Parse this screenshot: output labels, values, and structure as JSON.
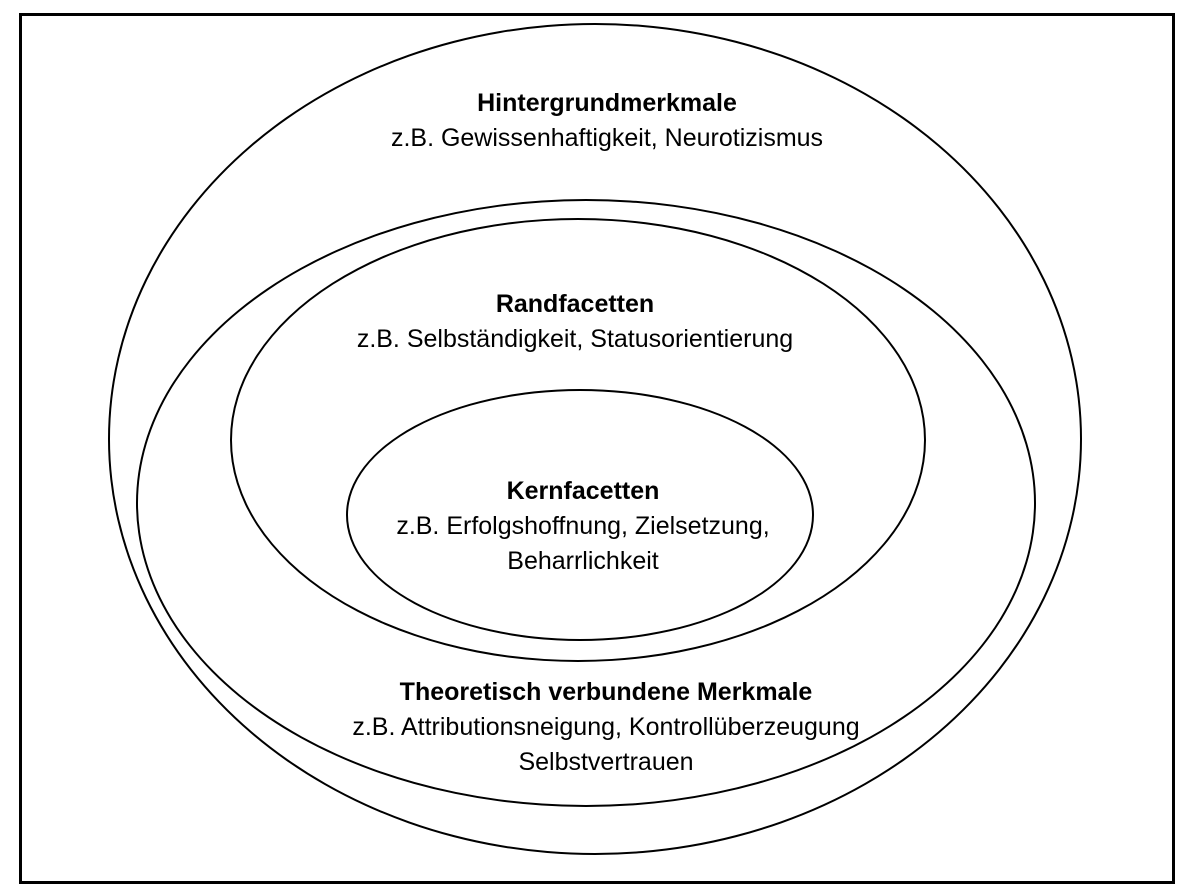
{
  "diagram": {
    "description_colors": {
      "background": "#ffffff",
      "stroke": "#000000",
      "text": "#000000"
    },
    "rings": [
      {
        "id": "hintergrundmerkmale",
        "level": "outermost",
        "title": "Hintergrundmerkmale",
        "examples": [
          "z.B. Gewissenhaftigkeit, Neurotizismus"
        ]
      },
      {
        "id": "theoretisch-verbundene-merkmale",
        "level": "second",
        "title": "Theoretisch verbundene Merkmale",
        "examples": [
          "z.B. Attributionsneigung, Kontrollüberzeugung",
          "Selbstvertrauen"
        ]
      },
      {
        "id": "randfacetten",
        "level": "third",
        "title": "Randfacetten",
        "examples": [
          "z.B. Selbständigkeit, Statusorientierung"
        ]
      },
      {
        "id": "kernfacetten",
        "level": "innermost",
        "title": "Kernfacetten",
        "examples": [
          "z.B. Erfolgshoffnung, Zielsetzung,",
          "Beharrlichkeit"
        ]
      }
    ]
  }
}
